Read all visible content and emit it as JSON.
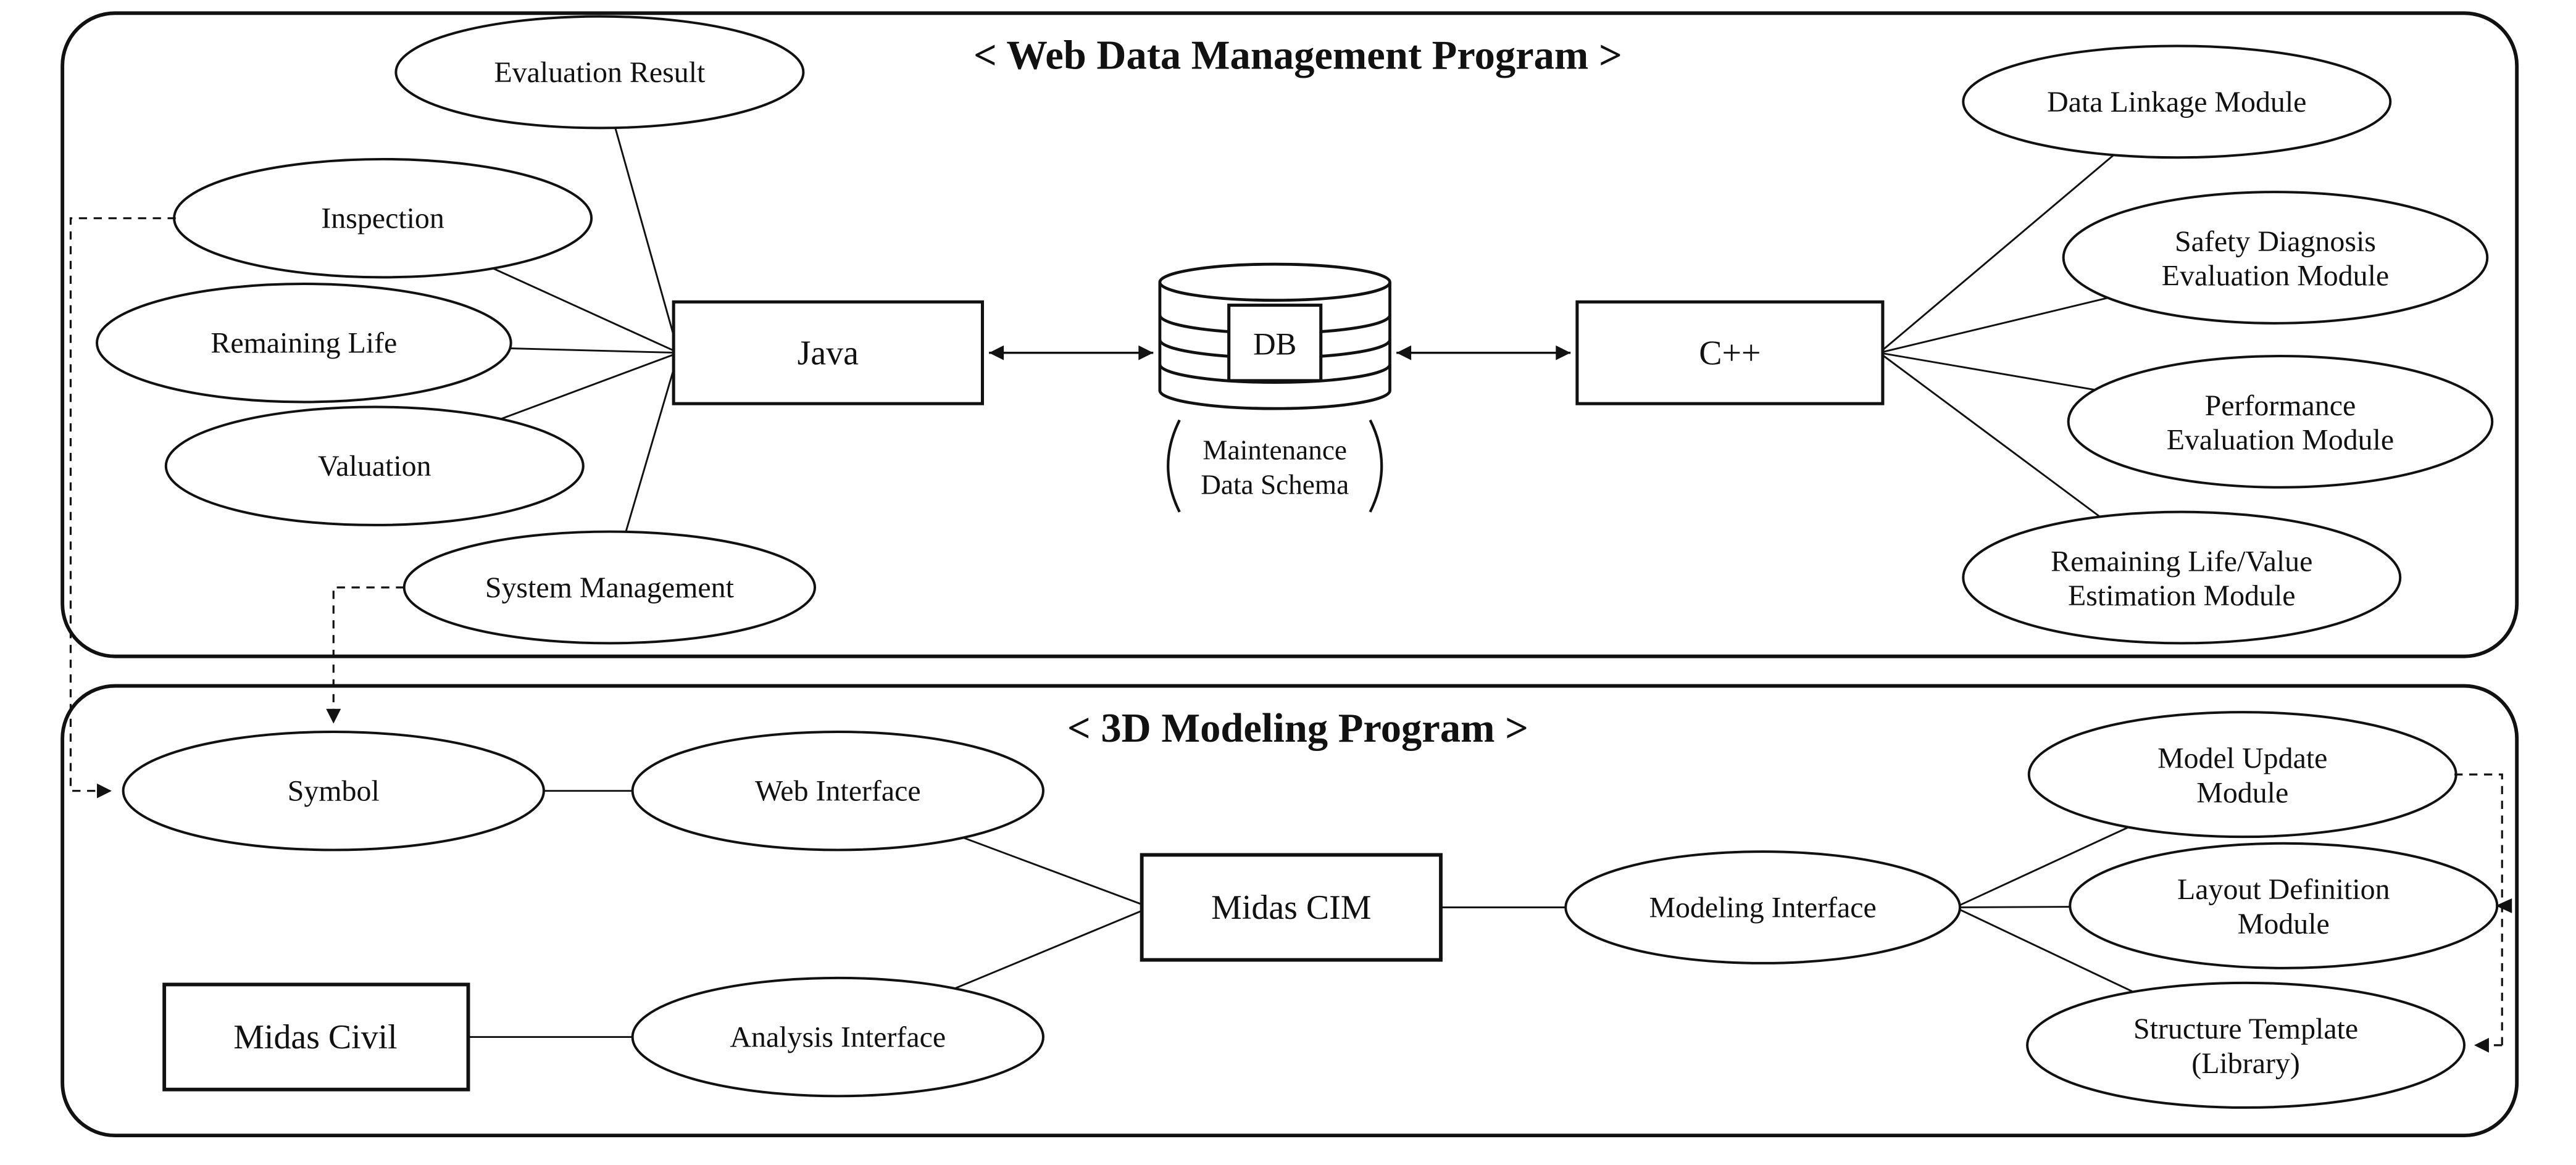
{
  "colors": {
    "ink": "#111111",
    "background": "#ffffff"
  },
  "top": {
    "title": "< Web Data Management Program >",
    "nodes": {
      "evaluation_result": "Evaluation Result",
      "inspection": "Inspection",
      "remaining_life": "Remaining Life",
      "valuation": "Valuation",
      "system_management": "System Management",
      "java": "Java",
      "db": "DB",
      "db_caption_line1": "Maintenance",
      "db_caption_line2": "Data Schema",
      "cpp": "C++",
      "data_linkage": "Data Linkage Module",
      "safety_line1": "Safety Diagnosis",
      "safety_line2": "Evaluation Module",
      "performance_line1": "Performance",
      "performance_line2": "Evaluation Module",
      "remaining_value_line1": "Remaining Life/Value",
      "remaining_value_line2": "Estimation Module"
    }
  },
  "bottom": {
    "title": "< 3D Modeling Program >",
    "nodes": {
      "symbol": "Symbol",
      "web_interface": "Web Interface",
      "midas_civil": "Midas Civil",
      "analysis_interface": "Analysis Interface",
      "midas_cim": "Midas CIM",
      "modeling_interface": "Modeling Interface",
      "model_update_line1": "Model Update",
      "model_update_line2": "Module",
      "layout_definition_line1": "Layout Definition",
      "layout_definition_line2": "Module",
      "structure_template_line1": "Structure Template",
      "structure_template_line2": "(Library)"
    }
  }
}
